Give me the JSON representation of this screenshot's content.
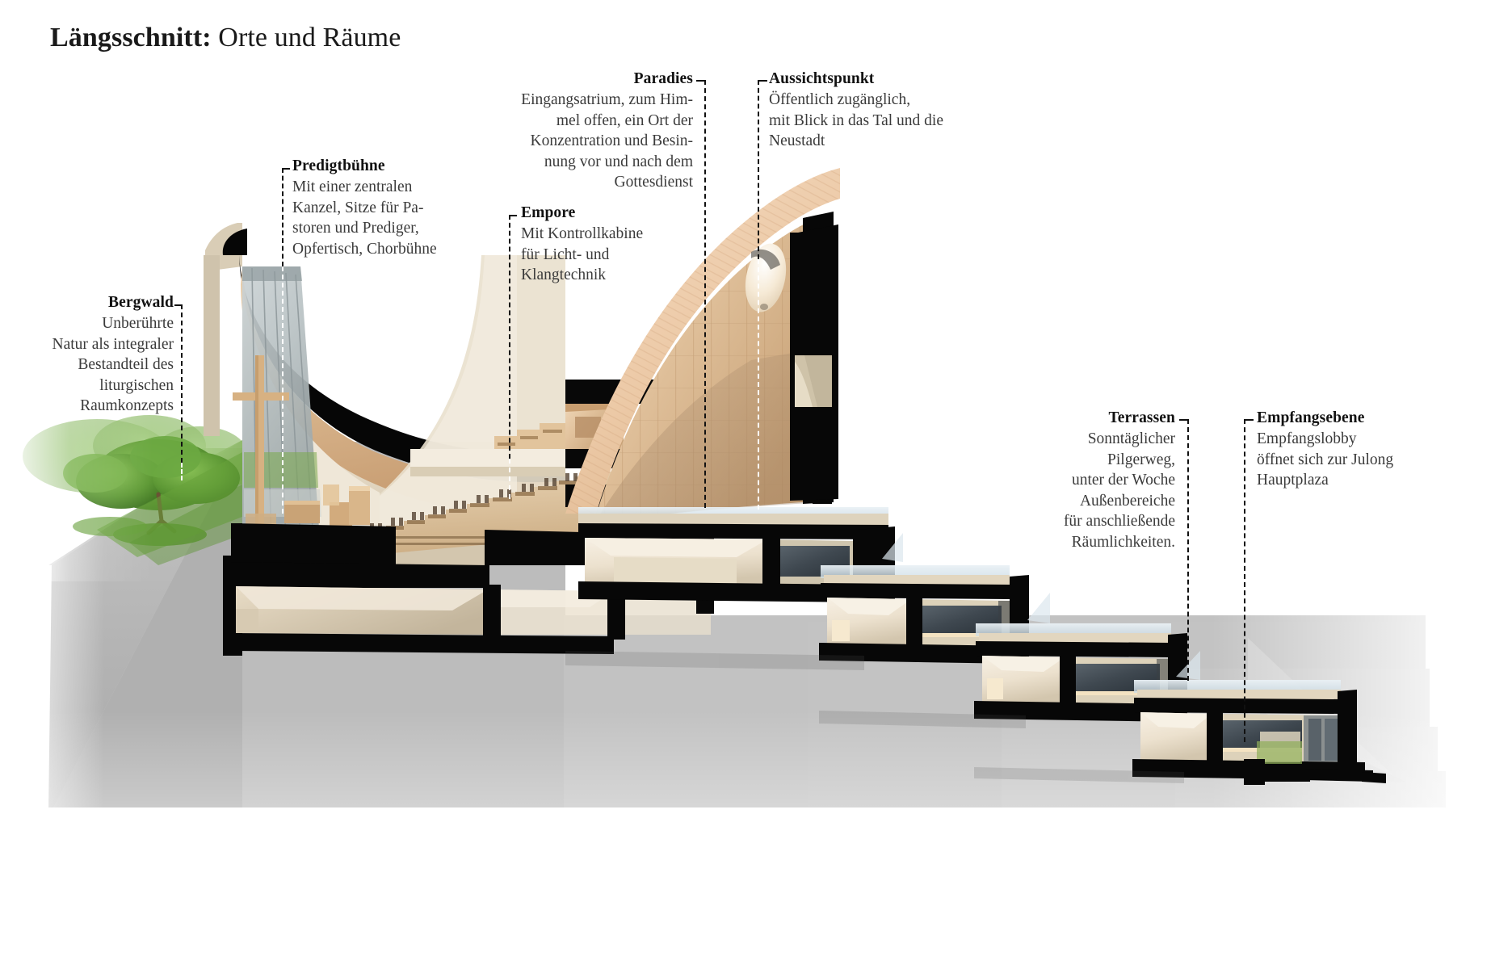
{
  "title": {
    "strong": "Längsschnitt:",
    "light": " Orte und Räume"
  },
  "annotations": [
    {
      "key": "bergwald",
      "heading": "Bergwald",
      "body": "Unberührte\nNatur als integraler\nBestandteil des\nliturgischen\nRaumkonzepts",
      "align": "right"
    },
    {
      "key": "predigtbuehne",
      "heading": "Predigtbühne",
      "body": "Mit einer zentralen\nKanzel, Sitze für Pa-\nstoren und Prediger,\nOpfertisch, Chorbühne",
      "align": "left"
    },
    {
      "key": "paradies",
      "heading": "Paradies",
      "body": "Eingangsatrium, zum Him-\nmel offen, ein Ort der\nKonzentration und Besin-\nnung vor und nach dem\nGottesdienst",
      "align": "right"
    },
    {
      "key": "aussichtspunkt",
      "heading": "Aussichtspunkt",
      "body": "Öffentlich zugänglich,\nmit Blick in das Tal und die\nNeustadt",
      "align": "left"
    },
    {
      "key": "empore",
      "heading": "Empore",
      "body": "Mit Kontrollkabine\nfür Licht- und\nKlangtechnik",
      "align": "left"
    },
    {
      "key": "terrassen",
      "heading": "Terrassen",
      "body": "Sonntäglicher\nPilgerweg,\nunter der Woche\nAußenbereiche\nfür anschließende\nRäumlichkeiten.",
      "align": "right"
    },
    {
      "key": "empfangsebene",
      "heading": "Empfangsebene",
      "body": "Empfangslobby\nöffnet sich zur Julong\nHauptplaza",
      "align": "left"
    }
  ],
  "colors": {
    "text_body": "#3b3b3b",
    "text_heading": "#121212",
    "leader_dark": "#111111",
    "leader_light": "#ffffff",
    "terrain": "#b9b9b9",
    "terrain_dark": "#9a9a9a",
    "section_cut": "#050505",
    "wood_light": "#e7c9a4",
    "wood_mid": "#d8b288",
    "wood_dark": "#b99063",
    "plaster": "#efe6d7",
    "plaster_shade": "#d6cab6",
    "glass": "#cfd9dd",
    "glass_dark": "#4a545c",
    "foliage": "#5e9a38",
    "foliage_dark": "#3d7526",
    "grass": "#6fa83f",
    "balustrade": "#dfe9ee"
  },
  "scene": {
    "description": "Architectural longitudinal section of a hillside church: mountain forest at left, sanctuary with curved timber roof and tiered seating, atrium wall, viewing point, and stepped terraces descending to the right."
  }
}
